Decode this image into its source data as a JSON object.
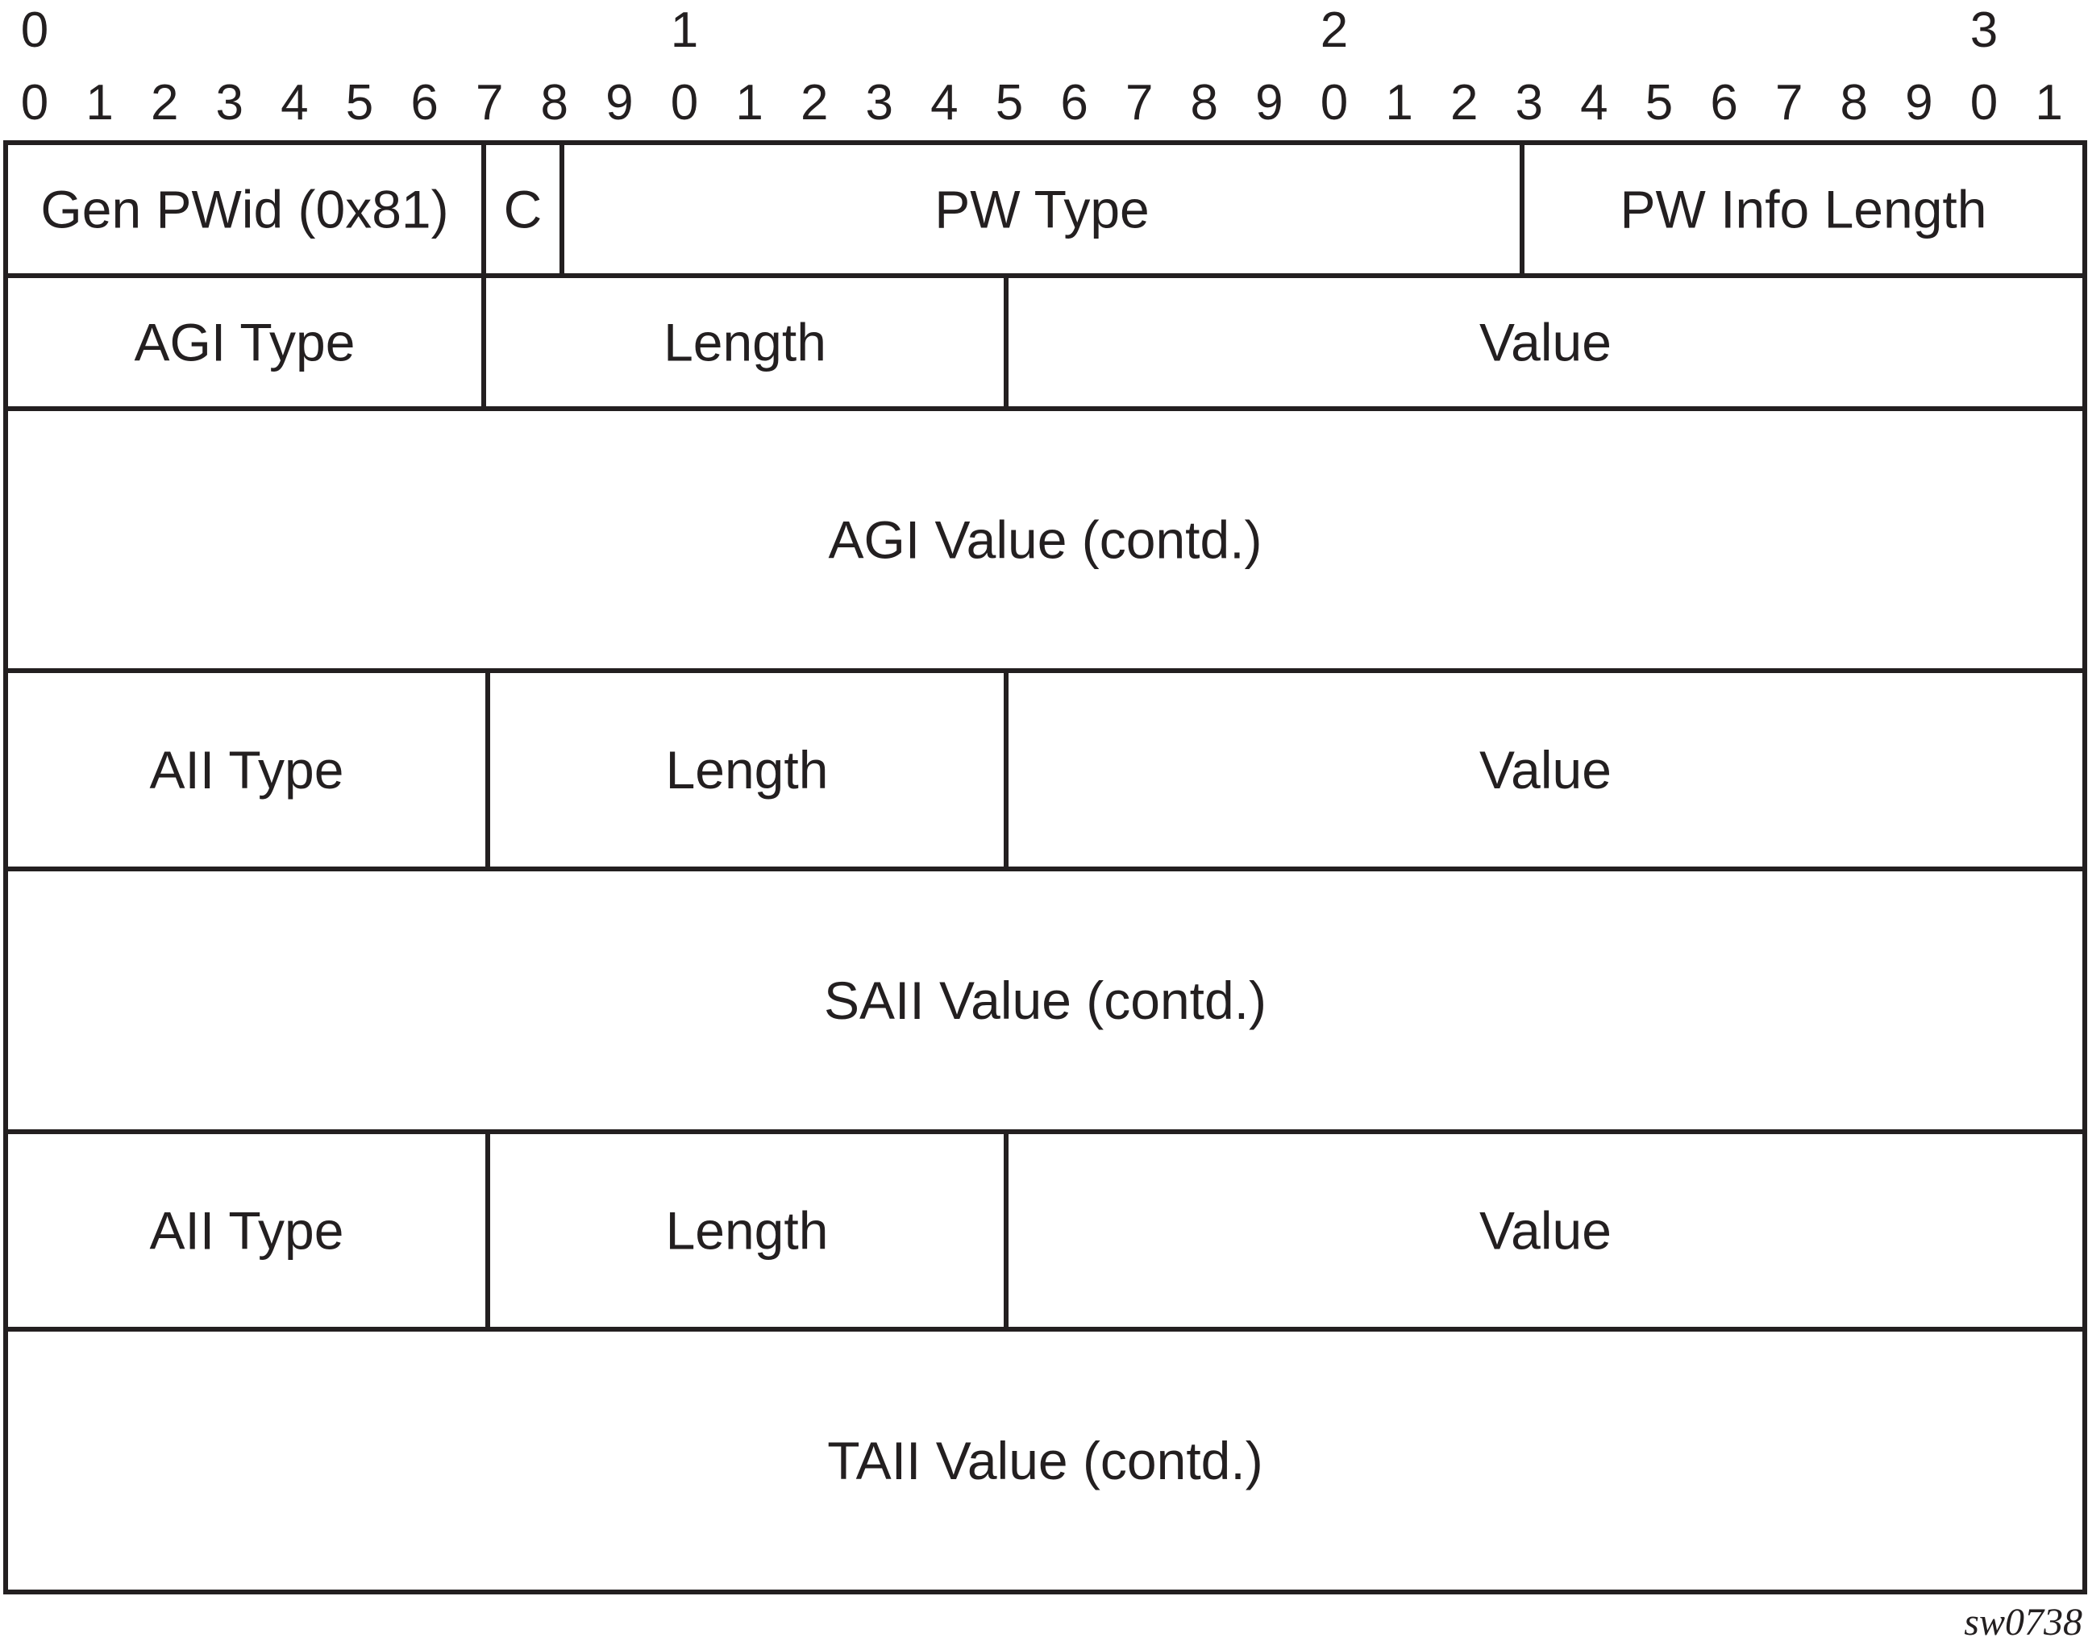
{
  "ruler": {
    "tens": [
      "0",
      "1",
      "2",
      "3"
    ],
    "units": [
      "0",
      "1",
      "2",
      "3",
      "4",
      "5",
      "6",
      "7",
      "8",
      "9",
      "0",
      "1",
      "2",
      "3",
      "4",
      "5",
      "6",
      "7",
      "8",
      "9",
      "0",
      "1",
      "2",
      "3",
      "4",
      "5",
      "6",
      "7",
      "8",
      "9",
      "0",
      "1"
    ]
  },
  "rows": [
    {
      "name": "row-header",
      "fields": [
        {
          "name": "field-gen-pwid",
          "label": "Gen PWid (0x81)"
        },
        {
          "name": "field-c-bit",
          "label": "C"
        },
        {
          "name": "field-pw-type",
          "label": "PW Type"
        },
        {
          "name": "field-pw-info-length",
          "label": "PW Info Length"
        }
      ]
    },
    {
      "name": "row-agi-tlv",
      "fields": [
        {
          "name": "field-agi-type",
          "label": "AGI Type"
        },
        {
          "name": "field-agi-length",
          "label": "Length"
        },
        {
          "name": "field-agi-value",
          "label": "Value"
        }
      ]
    },
    {
      "name": "row-agi-value-contd",
      "fields": [
        {
          "name": "field-agi-value-contd",
          "label": "AGI Value (contd.)"
        }
      ]
    },
    {
      "name": "row-saii-tlv",
      "fields": [
        {
          "name": "field-saii-type",
          "label": "AII Type"
        },
        {
          "name": "field-saii-length",
          "label": "Length"
        },
        {
          "name": "field-saii-value",
          "label": "Value"
        }
      ]
    },
    {
      "name": "row-saii-value-contd",
      "fields": [
        {
          "name": "field-saii-value-contd",
          "label": "SAII Value (contd.)"
        }
      ]
    },
    {
      "name": "row-taii-tlv",
      "fields": [
        {
          "name": "field-taii-type",
          "label": "AII Type"
        },
        {
          "name": "field-taii-length",
          "label": "Length"
        },
        {
          "name": "field-taii-value",
          "label": "Value"
        }
      ]
    },
    {
      "name": "row-taii-value-contd",
      "fields": [
        {
          "name": "field-taii-value-contd",
          "label": "TAII Value (contd.)"
        }
      ]
    }
  ],
  "caption": "sw0738"
}
